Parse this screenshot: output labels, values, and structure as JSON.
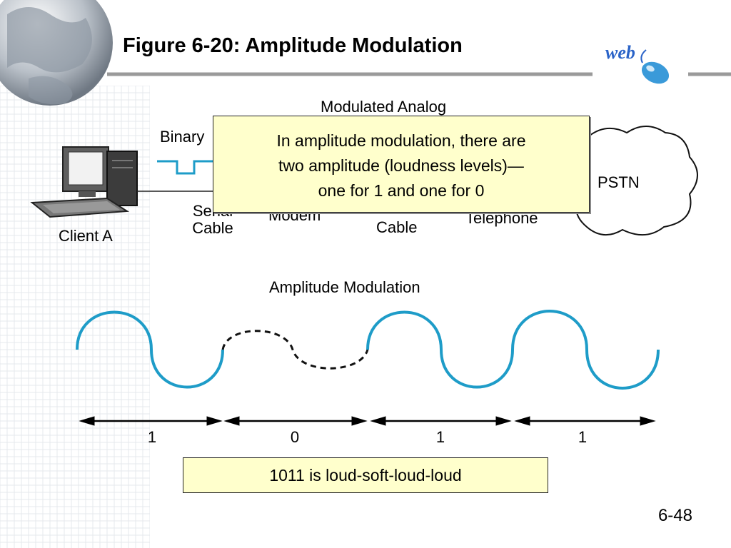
{
  "title": "Figure 6-20: Amplitude Modulation",
  "top_diagram": {
    "modulated_analog": "Modulated Analog",
    "binary": "Binary",
    "client": "Client A",
    "serial_cable": "Serial Cable",
    "modem": "Modem",
    "cable": "Cable",
    "telephone": "Telephone",
    "pstn": "PSTN"
  },
  "callout": {
    "line1": "In amplitude modulation, there are",
    "line2": "two amplitude (loudness levels)—",
    "line3": "one for 1 and one for 0"
  },
  "wave": {
    "title": "Amplitude Modulation",
    "bits": [
      "1",
      "0",
      "1",
      "1"
    ],
    "summary": "1011 is loud-soft-loud-loud",
    "color": "#1e9cc8"
  },
  "page_number": "6-48",
  "colors": {
    "wave": "#1e9cc8",
    "callout_bg": "#ffffcc"
  }
}
